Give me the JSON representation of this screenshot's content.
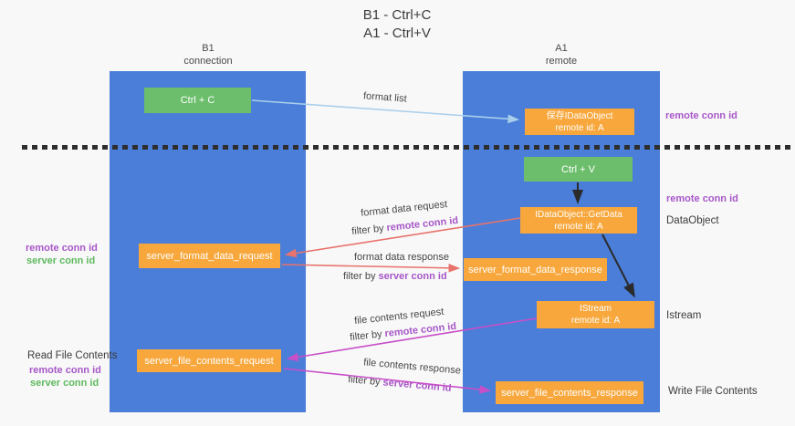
{
  "title": {
    "line1": "B1 - Ctrl+C",
    "line2": "A1 - Ctrl+V"
  },
  "lanes": {
    "left": {
      "title": "B1",
      "subtitle": "connection"
    },
    "right": {
      "title": "A1",
      "subtitle": "remote"
    }
  },
  "boxes": {
    "ctrl_c": "Ctrl + C",
    "ctrl_v": "Ctrl + V",
    "save_idataobject": {
      "line1": "保存IDataObject",
      "line2": "remote id: A"
    },
    "getdata": {
      "line1": "IDataObject::GetData",
      "line2": "remote id: A"
    },
    "istream": {
      "line1": "IStream",
      "line2": "remote id: A"
    },
    "format_request": "server_format_data_request",
    "format_response": "server_format_data_response",
    "file_request": "server_file_contents_request",
    "file_response": "server_file_contents_response"
  },
  "arrow_labels": {
    "format_list": "format list",
    "format_data_request": "format data request",
    "format_data_response": "format data response",
    "file_contents_request": "file contents request",
    "file_contents_response": "file contents response",
    "filter_by": "filter by"
  },
  "side_labels": {
    "remote_conn_id": "remote conn id",
    "server_conn_id": "server conn id",
    "dataobject": "DataObject",
    "istream": "Istream",
    "read_file_contents": "Read File Contents",
    "write_file_contents": "Write File Contents"
  },
  "colors": {
    "lane_blue": "#4a7ed8",
    "box_orange": "#f7a73c",
    "box_green": "#6cbe6c",
    "arrow_red": "#e8736c",
    "arrow_magenta": "#c84fc8",
    "arrow_light_blue": "#aacfec",
    "arrow_black": "#2b2b2b",
    "text_purple": "#a757c8",
    "text_green": "#5eb95e"
  }
}
